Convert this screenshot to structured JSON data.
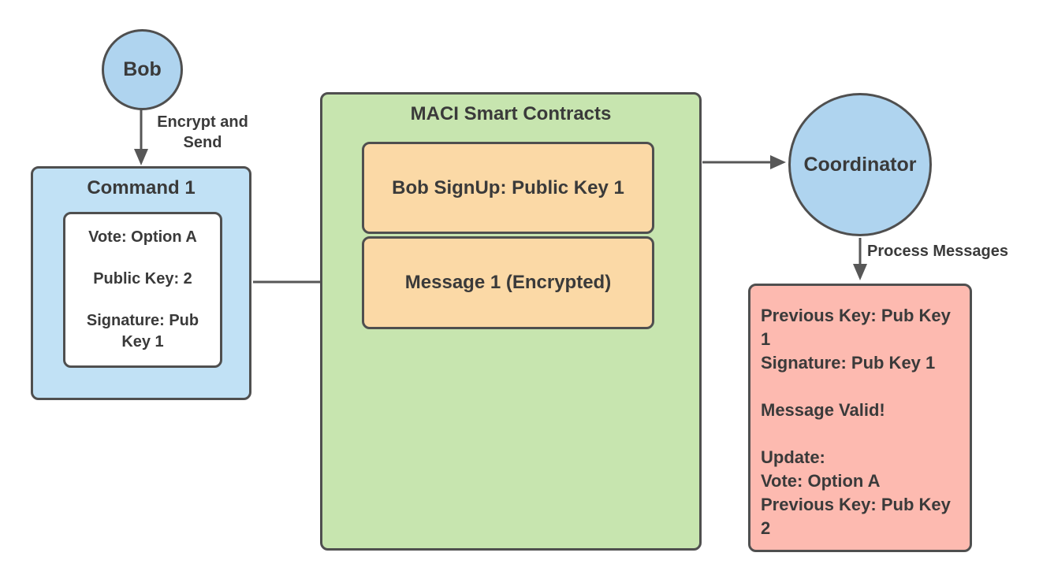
{
  "diagram": {
    "nodes": {
      "bob": {
        "label": "Bob"
      },
      "command": {
        "title": "Command 1",
        "fields": [
          "Vote: Option A",
          "Public Key: 2",
          "Signature: Pub Key 1"
        ]
      },
      "maci": {
        "title": "MACI Smart Contracts",
        "items": [
          "Bob SignUp: Public Key 1",
          "Message 1 (Encrypted)"
        ]
      },
      "coordinator": {
        "label": "Coordinator"
      },
      "result": {
        "lines": [
          "Previous Key: Pub Key 1",
          "Signature: Pub Key 1",
          "",
          "Message Valid!",
          "",
          "Update:",
          "Vote: Option A",
          "Previous Key: Pub Key 2"
        ]
      }
    },
    "edges": {
      "encrypt_send": "Encrypt and Send",
      "process_messages": "Process Messages"
    },
    "colors": {
      "blue": "#afd4ef",
      "light_blue": "#c1e1f5",
      "green": "#c7e5af",
      "orange": "#fbd9a6",
      "pink": "#fdbab0",
      "stroke": "#4f4f4f",
      "text": "#3a3a3a",
      "arrow": "#575757"
    }
  }
}
